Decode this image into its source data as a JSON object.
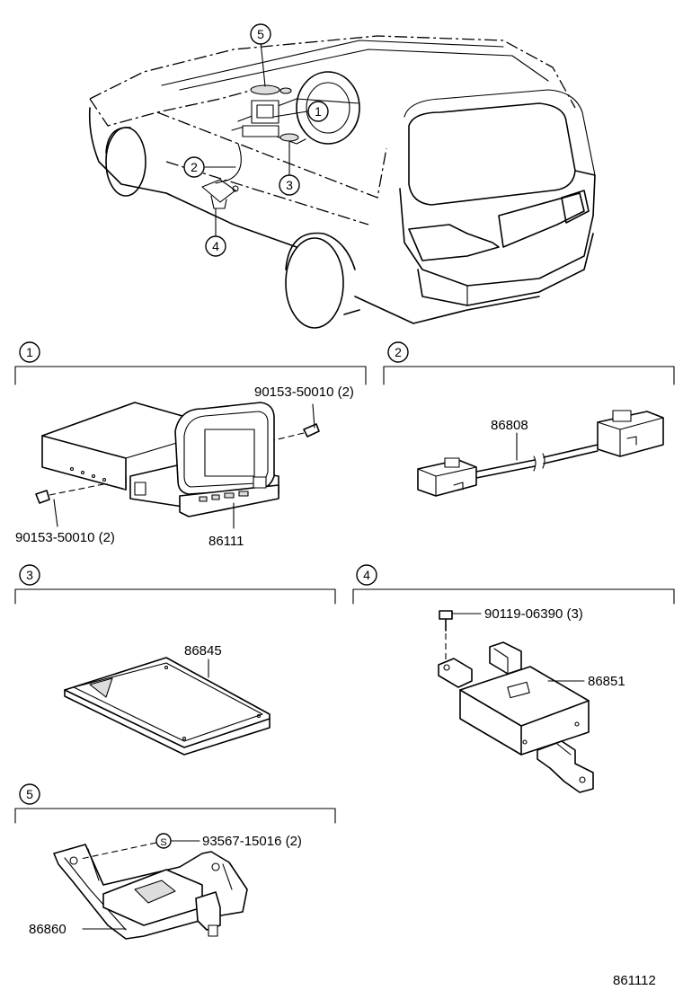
{
  "callouts": {
    "c1": "1",
    "c2": "2",
    "c3": "3",
    "c4": "4",
    "c5": "5"
  },
  "sections": [
    {
      "id": "1",
      "parts": [
        "90153-50010 (2)",
        "90153-50010 (2)",
        "86111"
      ]
    },
    {
      "id": "2",
      "parts": [
        "86808"
      ]
    },
    {
      "id": "3",
      "parts": [
        "86845"
      ]
    },
    {
      "id": "4",
      "parts": [
        "90119-06390 (3)",
        "86851"
      ]
    },
    {
      "id": "5",
      "parts": [
        "93567-15016 (2)",
        "86860"
      ]
    }
  ],
  "screw_symbol": "S",
  "diagram_id": "861112"
}
